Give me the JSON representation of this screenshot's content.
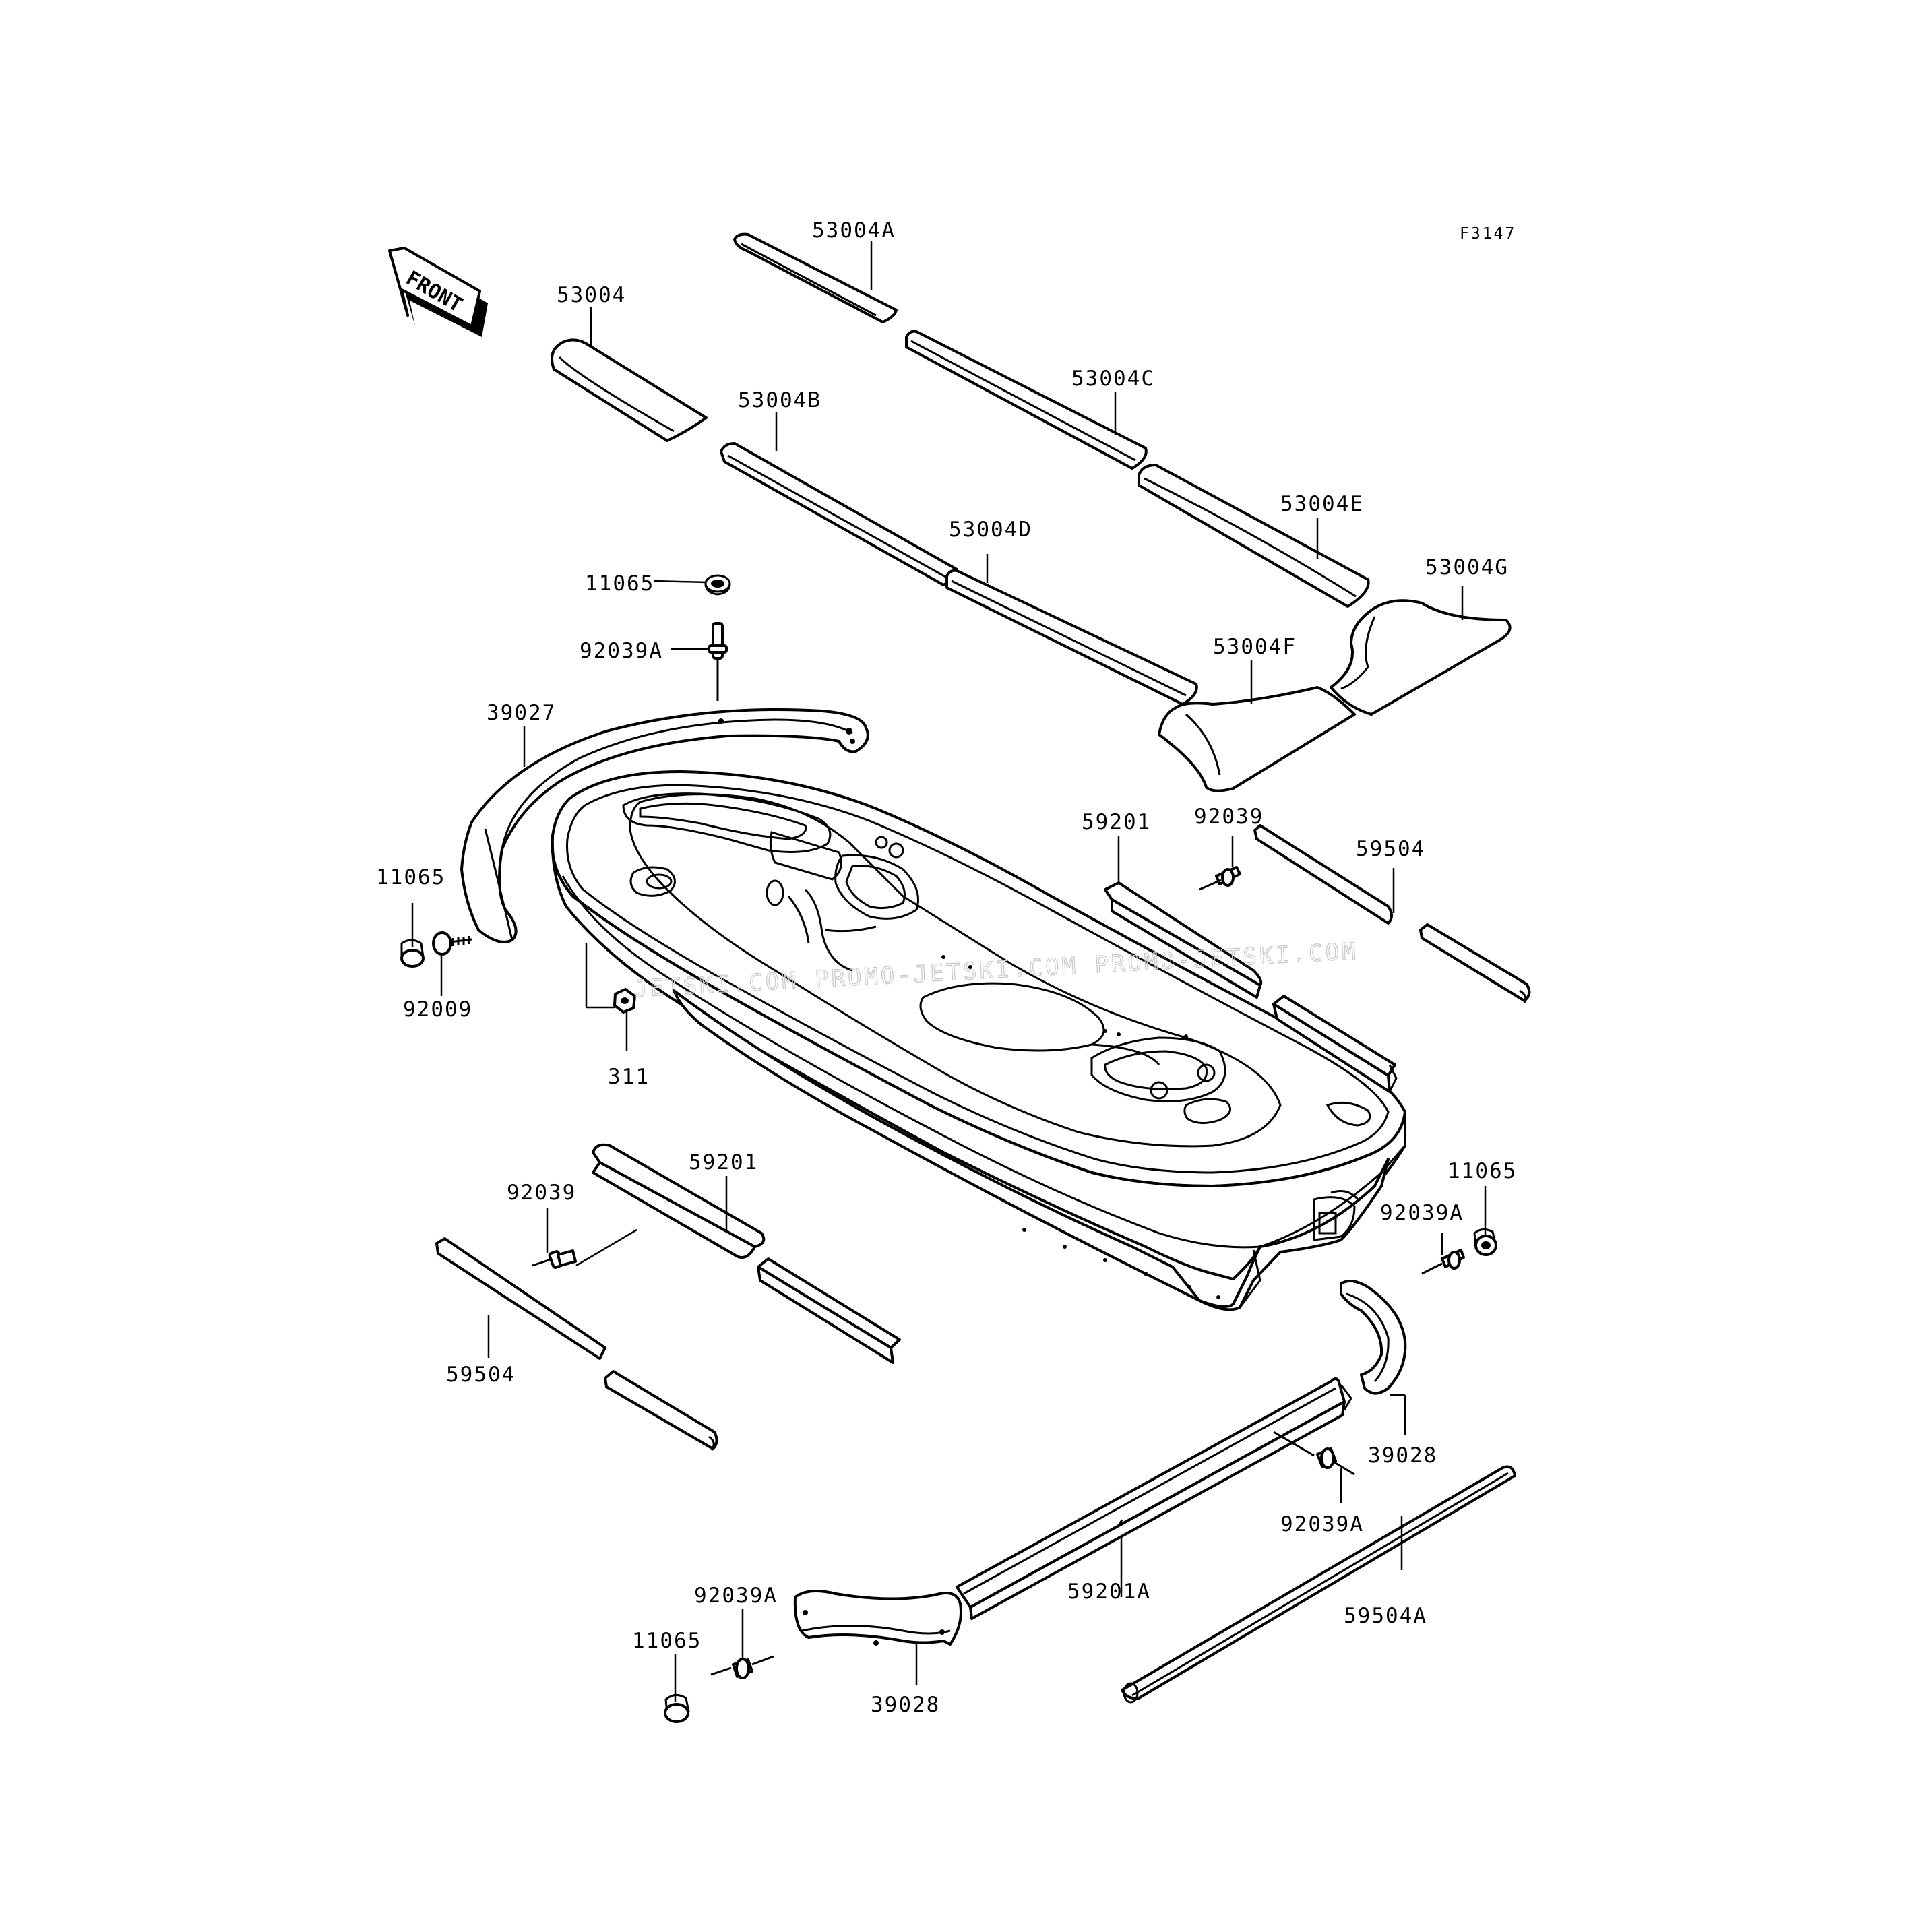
{
  "figure_id": "F3147",
  "front_label": "FRONT",
  "watermark": "JETSKI.COM  PROMO-JETSKI.COM  PROMO-JETSKI.COM",
  "labels": {
    "mat_53004": "53004",
    "mat_53004A": "53004A",
    "mat_53004B": "53004B",
    "mat_53004C": "53004C",
    "mat_53004D": "53004D",
    "mat_53004E": "53004E",
    "mat_53004F": "53004F",
    "mat_53004G": "53004G",
    "grommet_top": "11065",
    "rivet_top": "92039A",
    "bumper_front": "39027",
    "cap_left": "11065",
    "bolt_left": "92009",
    "nut": "311",
    "rail_right_upper": "59201",
    "rivet_right_upper": "92039",
    "strip_right_upper": "59504",
    "rail_left_lower": "59201",
    "rivet_left_lower": "92039",
    "strip_left_lower": "59504",
    "cap_right": "11065",
    "rivet_right_mid": "92039A",
    "bumper_rear_right": "39028",
    "rivet_right_lower": "92039A",
    "rail_rear": "59201A",
    "strip_rear": "59504A",
    "rivet_bottom": "92039A",
    "cap_bottom": "11065",
    "bumper_rear_bottom": "39028"
  }
}
